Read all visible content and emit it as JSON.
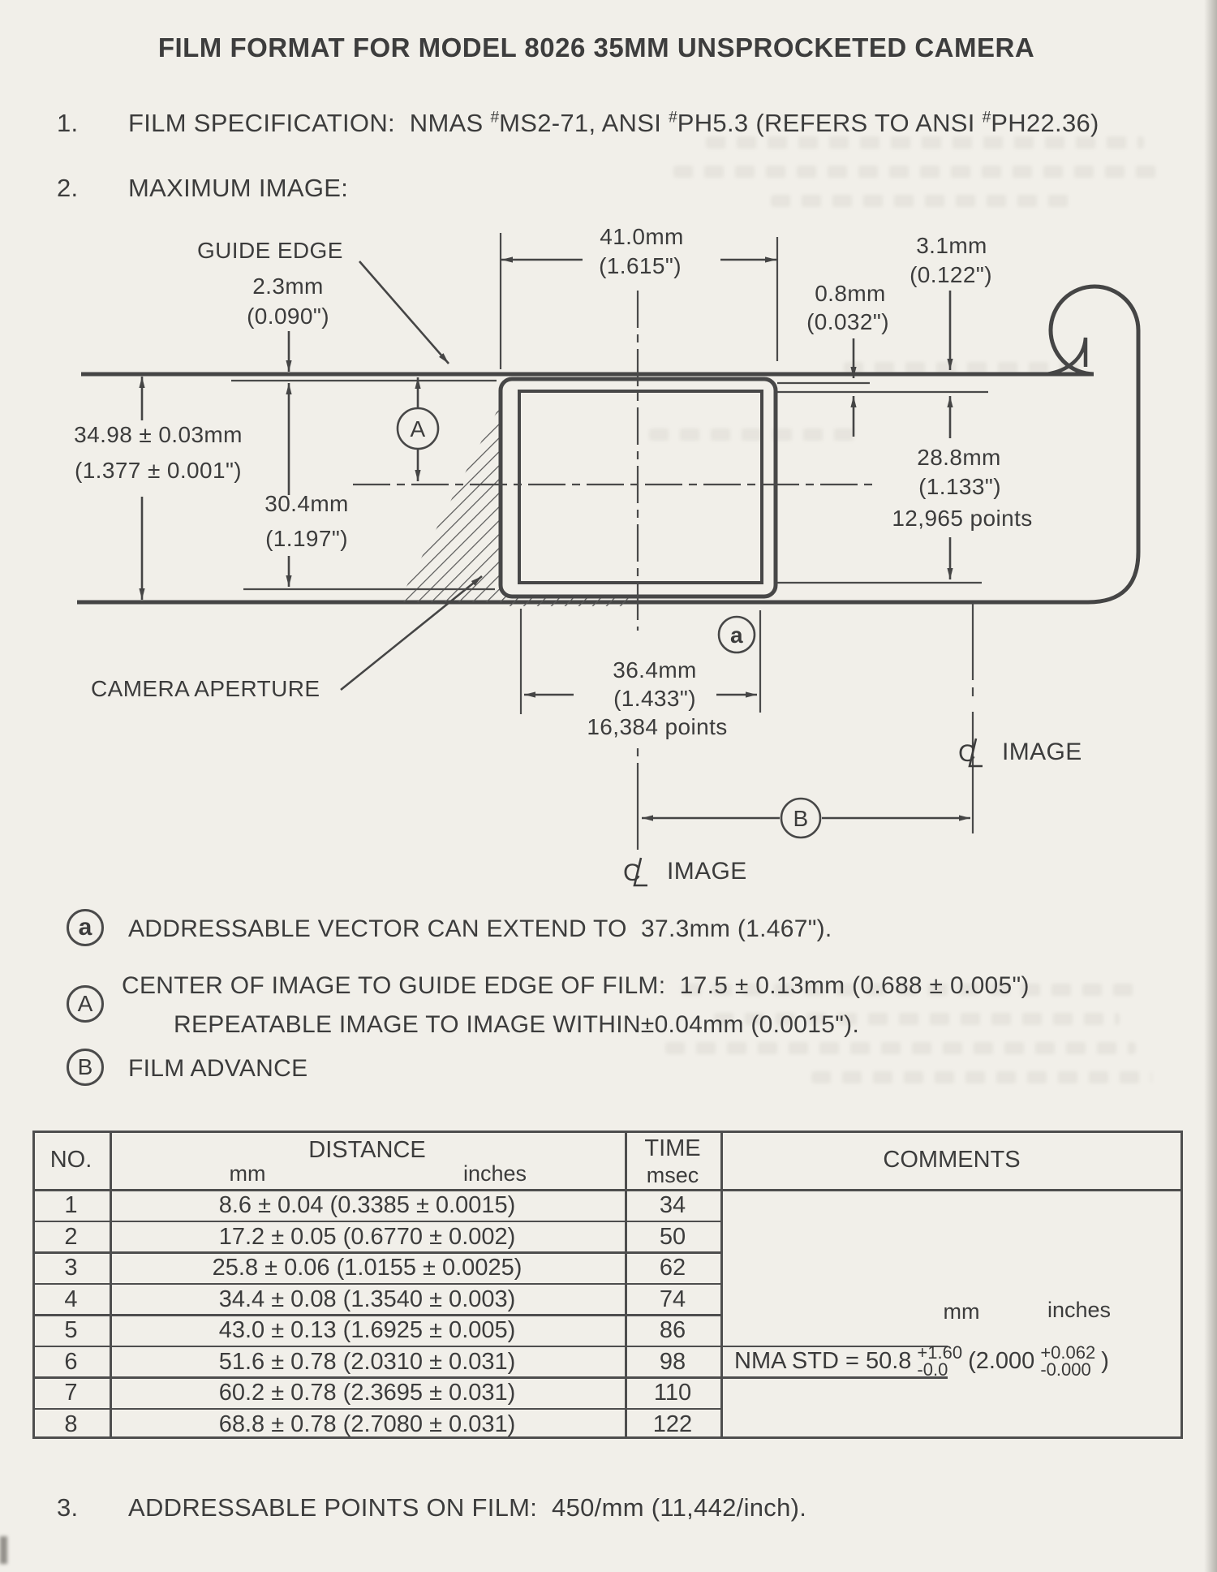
{
  "header": {
    "title": "FILM FORMAT FOR MODEL 8026 35MM UNSPROCKETED CAMERA"
  },
  "item1": {
    "num": "1.",
    "label": "FILM SPECIFICATION:  NMAS ",
    "hash": "#",
    "p2": "MS2-71, ANSI ",
    "p3": "PH5.3 (REFERS TO ANSI ",
    "p4": "PH22.36)"
  },
  "item2": {
    "num": "2.",
    "label": "MAXIMUM IMAGE:"
  },
  "item3": {
    "num": "3.",
    "label": "ADDRESSABLE POINTS ON FILM:  450/mm (11,442/inch)."
  },
  "diagram": {
    "guide_edge": "GUIDE EDGE",
    "camera_aperture": "CAMERA APERTURE",
    "dim_aperture_width_mm": "41.0mm",
    "dim_aperture_width_in": "(1.615\")",
    "dim_edge_gap_mm": "2.3mm",
    "dim_edge_gap_in": "(0.090\")",
    "dim_top_margin_mm": "3.1mm",
    "dim_top_margin_in": "(0.122\")",
    "dim_aperture_to_image_mm": "0.8mm",
    "dim_aperture_to_image_in": "(0.032\")",
    "dim_film_width_mm": "34.98 ± 0.03mm",
    "dim_film_width_in": "(1.377 ± 0.001\")",
    "dim_aperture_height_mm": "30.4mm",
    "dim_aperture_height_in": "(1.197\")",
    "dim_image_height_mm": "28.8mm",
    "dim_image_height_in": "(1.133\")",
    "dim_image_height_points": "12,965 points",
    "dim_image_width_mm": "36.4mm",
    "dim_image_width_in": "(1.433\")",
    "dim_image_width_points": "16,384 points",
    "callout_a": "a",
    "callout_A": "A",
    "callout_B": "B",
    "cl_letter": "C",
    "cl_image_left": "IMAGE",
    "cl_image_right": "IMAGE"
  },
  "notes": {
    "a": {
      "mark": "a",
      "text": "ADDRESSABLE VECTOR CAN EXTEND TO  37.3mm (1.467\")."
    },
    "A": {
      "mark": "A",
      "line1": "CENTER OF IMAGE TO GUIDE EDGE OF FILM:  17.5 ± 0.13mm (0.688 ± 0.005\")",
      "line2": "REPEATABLE IMAGE TO IMAGE WITHIN±0.04mm (0.0015\")."
    },
    "B": {
      "mark": "B",
      "text": "FILM ADVANCE"
    }
  },
  "table": {
    "headers": {
      "no": "NO.",
      "distance": "DISTANCE",
      "mm": "mm",
      "inches": "inches",
      "time": "TIME",
      "msec": "msec",
      "comments": "COMMENTS"
    },
    "rows": [
      {
        "no": "1",
        "distance": "8.6 ± 0.04 (0.3385 ± 0.0015)",
        "time": "34"
      },
      {
        "no": "2",
        "distance": "17.2 ± 0.05 (0.6770 ± 0.002)",
        "time": "50"
      },
      {
        "no": "3",
        "distance": "25.8 ± 0.06 (1.0155 ± 0.0025)",
        "time": "62"
      },
      {
        "no": "4",
        "distance": "34.4 ± 0.08 (1.3540 ± 0.003)",
        "time": "74"
      },
      {
        "no": "5",
        "distance": "43.0 ± 0.13 (1.6925 ± 0.005)",
        "time": "86"
      },
      {
        "no": "6",
        "distance": "51.6 ± 0.78 (2.0310 ± 0.031)",
        "time": "98"
      },
      {
        "no": "7",
        "distance": "60.2 ± 0.78 (2.3695 ± 0.031)",
        "time": "110"
      },
      {
        "no": "8",
        "distance": "68.8 ± 0.78 (2.7080 ± 0.031)",
        "time": "122"
      }
    ],
    "comment": {
      "mm": "mm",
      "inches": "inches",
      "base": "NMA STD = 50.8",
      "mm_plus": "+1.60",
      "mm_minus": "-0.0",
      "paren_open": "(2.000",
      "in_plus": "+0.062",
      "in_minus": "-0.000",
      "paren_close": ")"
    }
  }
}
